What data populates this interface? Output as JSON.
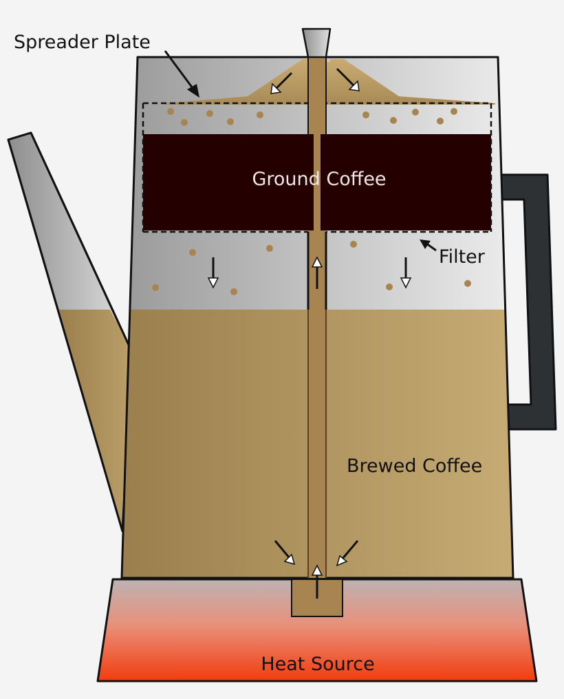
{
  "labels": {
    "spreader_plate": "Spreader Plate",
    "ground_coffee": "Ground Coffee",
    "filter": "Filter",
    "brewed_coffee": "Brewed Coffee",
    "heat_source": "Heat Source"
  },
  "colors": {
    "pot_metal_dark": "#9a9a9a",
    "pot_metal_light": "#e6e6e6",
    "brewed_coffee_dark": "#9a8050",
    "brewed_coffee_light": "#c4a870",
    "ground_coffee": "#240000",
    "handle": "#2e3134",
    "heat_top": "#b9a8a8",
    "heat_bottom": "#f03a10",
    "coffee_particle": "#a88450",
    "outline": "#111111"
  }
}
